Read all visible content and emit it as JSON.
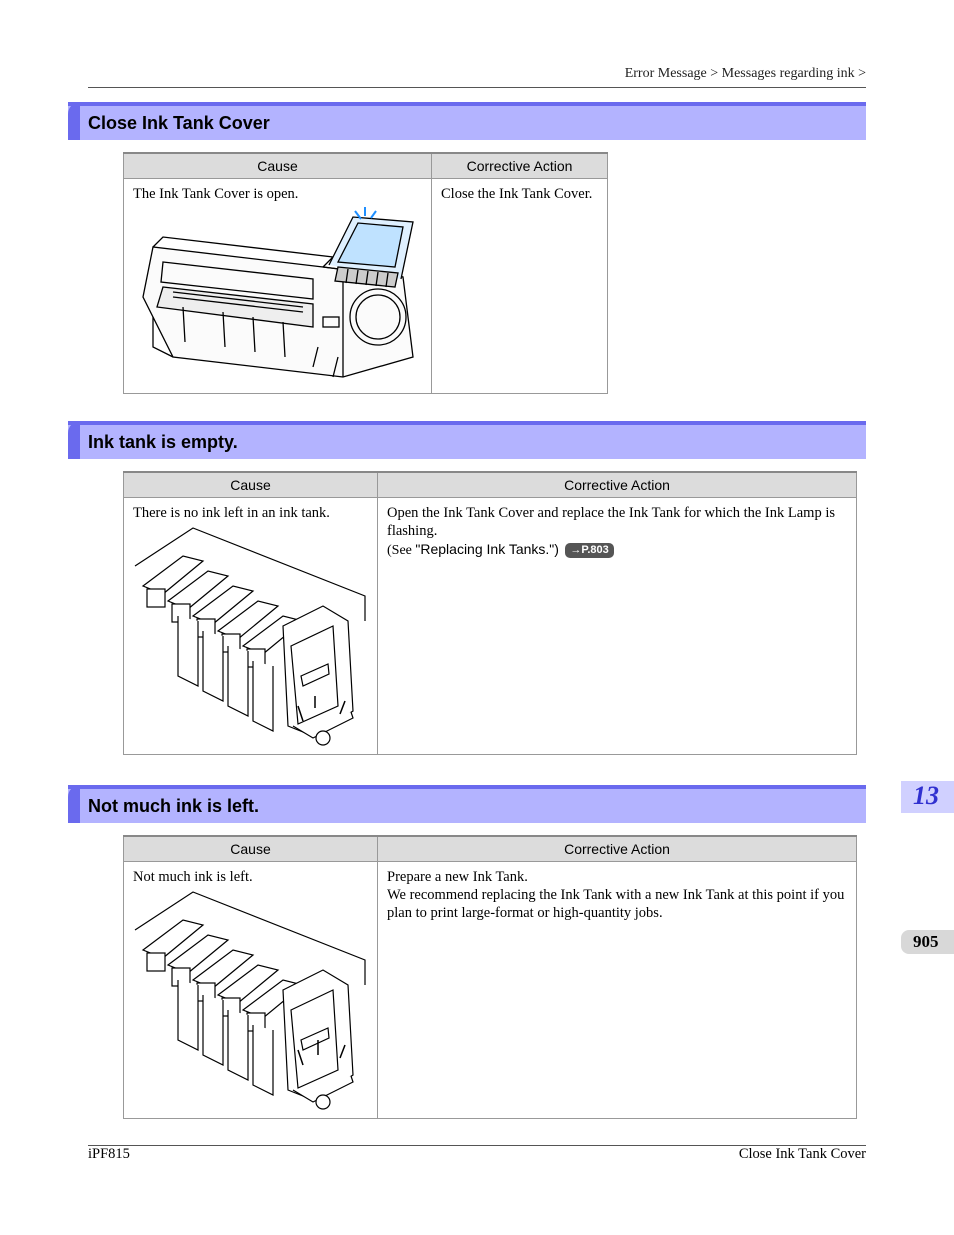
{
  "breadcrumb": "Error Message > Messages regarding ink >",
  "sections": [
    {
      "title": "Close Ink Tank Cover",
      "header_cause": "Cause",
      "header_action": "Corrective Action",
      "cause_text": "The Ink Tank Cover is open.",
      "action_text": "Close the Ink Tank Cover."
    },
    {
      "title": "Ink tank is empty.",
      "header_cause": "Cause",
      "header_action": "Corrective Action",
      "cause_text": "There is no ink left in an ink tank.",
      "action_text": "Open the Ink Tank Cover and replace the Ink Tank for which the Ink Lamp is flashing.",
      "see_prefix": "(See ",
      "see_title": "\"Replacing Ink Tanks.\")",
      "page_link": "→P.803"
    },
    {
      "title": "Not much ink is left.",
      "header_cause": "Cause",
      "header_action": "Corrective Action",
      "cause_text": "Not much ink is left.",
      "action_line1": "Prepare a new Ink Tank.",
      "action_line2": "We recommend replacing the Ink Tank with a new Ink Tank at this point if you plan to print large-format or high-quantity jobs."
    }
  ],
  "chapter_tab": "13",
  "page_number": "905",
  "footer": {
    "left": "iPF815",
    "right": "Close Ink Tank Cover"
  }
}
